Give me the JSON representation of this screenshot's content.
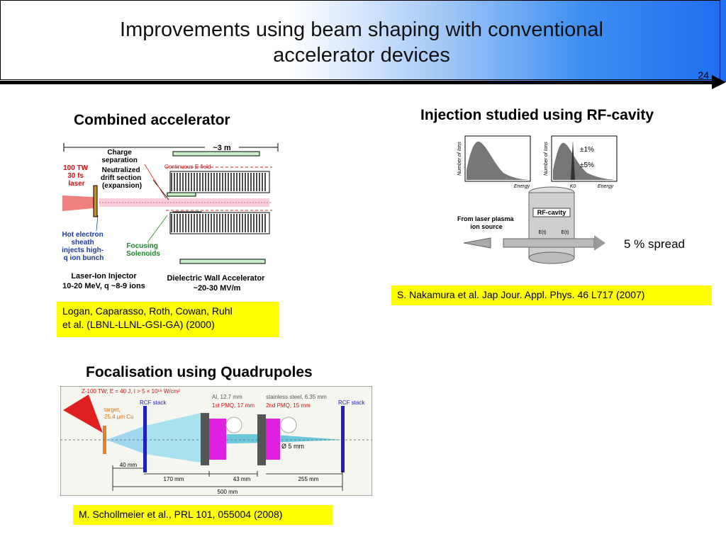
{
  "slide": {
    "title_line1": "Improvements using beam shaping with conventional",
    "title_line2": "accelerator devices",
    "number": "24"
  },
  "combined": {
    "heading": "Combined accelerator",
    "fig": {
      "span": "~3 m",
      "charge1": "Charge",
      "charge2": "separation",
      "neut1": "Neutralized",
      "neut2": "drift section",
      "neut3": "(expansion)",
      "laser1": "100 TW",
      "laser2": "30 fs",
      "laser3": "laser",
      "efield": "Continuous E-field",
      "hot1": "Hot electron",
      "hot2": "sheath",
      "hot3": "injects high-",
      "hot4": "q ion bunch",
      "foc1": "Focusing",
      "foc2": "Solenoids",
      "inj1": "Laser-Ion Injector",
      "inj2": "10-20 MeV, q ~8-9 ions",
      "dwa1": "Dielectric Wall Accelerator",
      "dwa2": "~20-30 MV/m"
    },
    "ref_line1": "Logan, Caparasso, Roth, Cowan, Ruhl",
    "ref_line2": "et al. (LBNL-LLNL-GSI-GA) (2000)"
  },
  "injection": {
    "heading": "Injection studied using RF-cavity",
    "fig": {
      "ylabel": "Number of Ions",
      "energy": "Energy",
      "e0": "K0",
      "pm1": "±1%",
      "pm5": "±5%",
      "rf": "RF-cavity",
      "src1": "From laser plasma",
      "src2": "ion source",
      "et": "E(t)"
    },
    "spread": "5 % spread",
    "ref": "S. Nakamura et al. Jap Jour. Appl. Phys. 46 L717 (2007)"
  },
  "focal": {
    "heading": "Focalisation using Quadrupoles",
    "fig": {
      "laser": "Z-100 TW; E = 40 J, I > 5 × 10¹⁹ W/cm²",
      "target1": "target,",
      "target2": "25.4 µm Cu",
      "rcf": "RCF stack",
      "al": "Al, 12.7 mm",
      "steel": "stainless steel, 6.35 mm",
      "pmq1": "1st PMQ, 17 mm",
      "pmq2": "2nd PMQ, 15 mm",
      "rcf2": "RCF stack",
      "diam": "Ø 5 mm",
      "d40": "40 mm",
      "d170": "170 mm",
      "d43": "43 mm",
      "d255": "255 mm",
      "d500": "500 mm"
    },
    "ref": "M. Schollmeier et al., PRL 101, 055004 (2008)"
  }
}
